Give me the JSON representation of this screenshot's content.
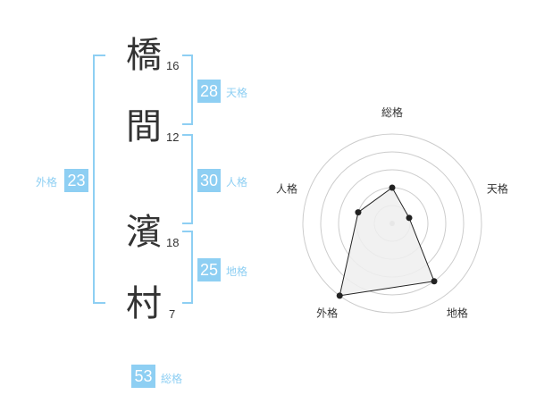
{
  "name": {
    "chars": [
      {
        "char": "橋",
        "strokes": "16"
      },
      {
        "char": "間",
        "strokes": "12"
      },
      {
        "char": "濱",
        "strokes": "18"
      },
      {
        "char": "村",
        "strokes": "7"
      }
    ]
  },
  "fortune": {
    "tenkaku": {
      "value": "28",
      "label": "天格"
    },
    "jinkaku": {
      "value": "30",
      "label": "人格"
    },
    "chikaku": {
      "value": "25",
      "label": "地格"
    },
    "gaikaku": {
      "value": "23",
      "label": "外格"
    },
    "soukaku": {
      "value": "53",
      "label": "総格"
    }
  },
  "chart_data": {
    "type": "radar",
    "axes": [
      "総格",
      "天格",
      "地格",
      "外格",
      "人格"
    ],
    "values": [
      2,
      1,
      4,
      5,
      2
    ],
    "rmax": 5,
    "rings": 5,
    "colors": {
      "fill": "#eeeeee",
      "line": "#222222",
      "ring": "#cccccc",
      "center": "#bbbbbb"
    }
  }
}
